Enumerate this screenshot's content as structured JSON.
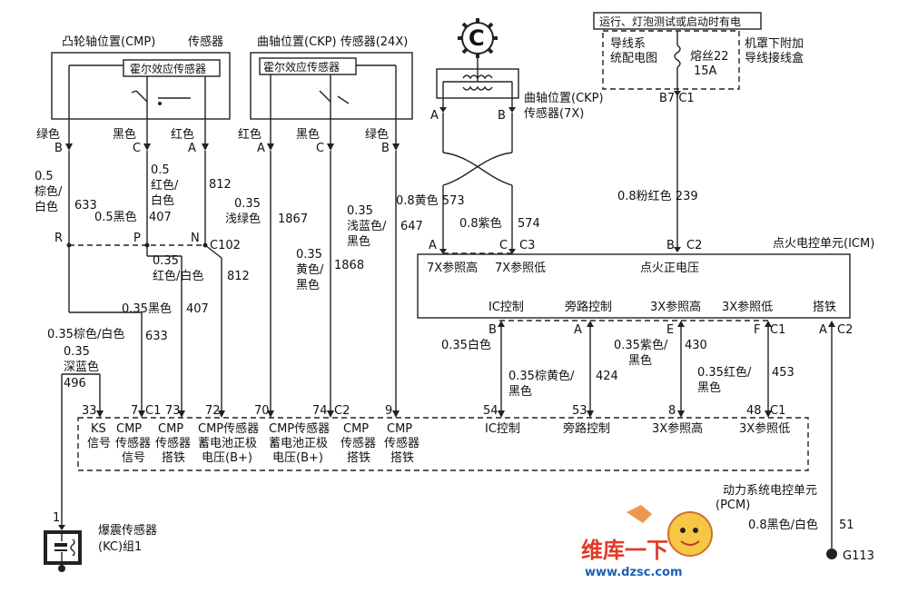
{
  "power_note": "运行、灯泡测试或启动时有电",
  "fuse_block": {
    "wiring": "导线系统配电图",
    "wiring_l1": "导线系",
    "wiring_l2": "统配电图",
    "fuse": "熔丝22",
    "fuse_rating": "15A",
    "junction_l1": "机罩下附加",
    "junction_l2": "导线接线盒",
    "pins": "B7 C1"
  },
  "cmp_sensor": {
    "title": "凸轮轴位置(CMP)",
    "title2": "传感器",
    "hall": "霍尔效应传感器",
    "pins": [
      "B",
      "C",
      "A"
    ],
    "colors": [
      "绿色",
      "黑色",
      "红色"
    ]
  },
  "ckp24_sensor": {
    "title": "曲轴位置(CKP) 传感器(24X)",
    "hall": "霍尔效应传感器",
    "pins": [
      "A",
      "C",
      "B"
    ],
    "colors": [
      "红色",
      "黑色",
      "绿色"
    ]
  },
  "ckp7_sensor": {
    "title_l1": "曲轴位置(CKP)",
    "title_l2": "传感器(7X)",
    "pins": [
      "A",
      "B"
    ]
  },
  "wires": {
    "w633_l1": "0.5",
    "w633_l2": "棕色/",
    "w633_l3": "白色",
    "w633": "633",
    "w407_l1": "0.5",
    "w407_l2": "红色/",
    "w407_l3": "白色",
    "w407_b": "0.5黑色",
    "w407_n": "407",
    "w812": "812",
    "w1867_l1": "0.35",
    "w1867_l2": "浅绿色",
    "w1867": "1867",
    "w1868_l1": "0.35",
    "w1868_l2": "黄色/",
    "w1868_l3": "黑色",
    "w1868": "1868",
    "w647_l1": "0.35",
    "w647_l2": "浅蓝色/",
    "w647_l3": "黑色",
    "w647": "647",
    "w573": "0.8黄色 573",
    "w574": "0.8紫色",
    "w574_n": "574",
    "w239": "0.8粉红色 239",
    "w812b_l1": "0.35",
    "w812b_l2": "红色/白色",
    "w812b_n": "812",
    "w407b": "0.35黑色",
    "w407b_n": "407",
    "w633b": "0.35棕色/白色",
    "w633b_n": "633",
    "w496_l1": "0.35",
    "w496_l2": "深蓝色",
    "w496": "496",
    "w_ic": "0.35白色",
    "w424_l1": "0.35棕黄色/",
    "w424_l2": "黑色",
    "w424": "424",
    "w430_l1": "0.35紫色/",
    "w430_l2": "黑色",
    "w430": "430",
    "w453_l1": "0.35红色/",
    "w453_l2": "黑色",
    "w453": "453",
    "w51": "0.8黑色/白色",
    "w51_n": "51"
  },
  "splice": {
    "pins": [
      "R",
      "P",
      "N"
    ],
    "name": "C102"
  },
  "icm": {
    "title": "点火电控单元(ICM)",
    "top_pins": [
      "A",
      "C",
      "C3",
      "B",
      "C2"
    ],
    "labels_top": [
      "7X参照高",
      "7X参照低",
      "点火正电压"
    ],
    "labels_bottom": [
      "IC控制",
      "旁路控制",
      "3X参照高",
      "3X参照低",
      "搭铁"
    ],
    "bottom_pins": [
      "B",
      "A",
      "E",
      "F",
      "C1",
      "A",
      "C2"
    ]
  },
  "pcm": {
    "title_l1": "动力系统电控单元",
    "title_l2": "(PCM)",
    "pins": [
      "33",
      "7",
      "C1",
      "73",
      "72",
      "70",
      "74",
      "C2",
      "9",
      "54",
      "53",
      "8",
      "48",
      "C1"
    ],
    "labels": [
      [
        "KS",
        "信号"
      ],
      [
        "CMP",
        "传感器",
        "信号"
      ],
      [
        "CMP",
        "传感器",
        "搭铁"
      ],
      [
        "CMP传感器",
        "蓄电池正极",
        "电压(B+)"
      ],
      [
        "CMP传感器",
        "蓄电池正极",
        "电压(B+)"
      ],
      [
        "CMP",
        "传感器",
        "搭铁"
      ],
      [
        "CMP",
        "传感器",
        "搭铁"
      ],
      [
        "IC控制"
      ],
      [
        "旁路控制"
      ],
      [
        "3X参照高"
      ],
      [
        "3X参照低"
      ]
    ]
  },
  "knock": {
    "pin": "1",
    "title_l1": "爆震传感器",
    "title_l2": "(KC)组1"
  },
  "ground": "G113",
  "watermark": {
    "text1": "维库一下",
    "text2": "www.dzsc.com"
  }
}
